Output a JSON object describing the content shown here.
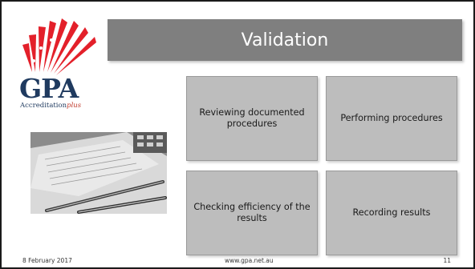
{
  "slide": {
    "title": "Validation",
    "boxes": [
      "Reviewing documented procedures",
      "Performing procedures",
      "Checking  efficiency of the results",
      "Recording results"
    ],
    "footer": {
      "date": "8 February 2017",
      "url": "www.gpa.net.au",
      "page": "11"
    }
  },
  "logo": {
    "name": "GPA",
    "sub_main": "Accreditation",
    "sub_suffix": "plus"
  },
  "colors": {
    "title_bar": "#7f7f7f",
    "box_fill": "#bdbdbd",
    "logo_red": "#e3202a",
    "logo_navy": "#1f3a5f"
  },
  "images": {
    "photo": "black-and-white photo of pens resting on paperwork forms with a calculator"
  }
}
